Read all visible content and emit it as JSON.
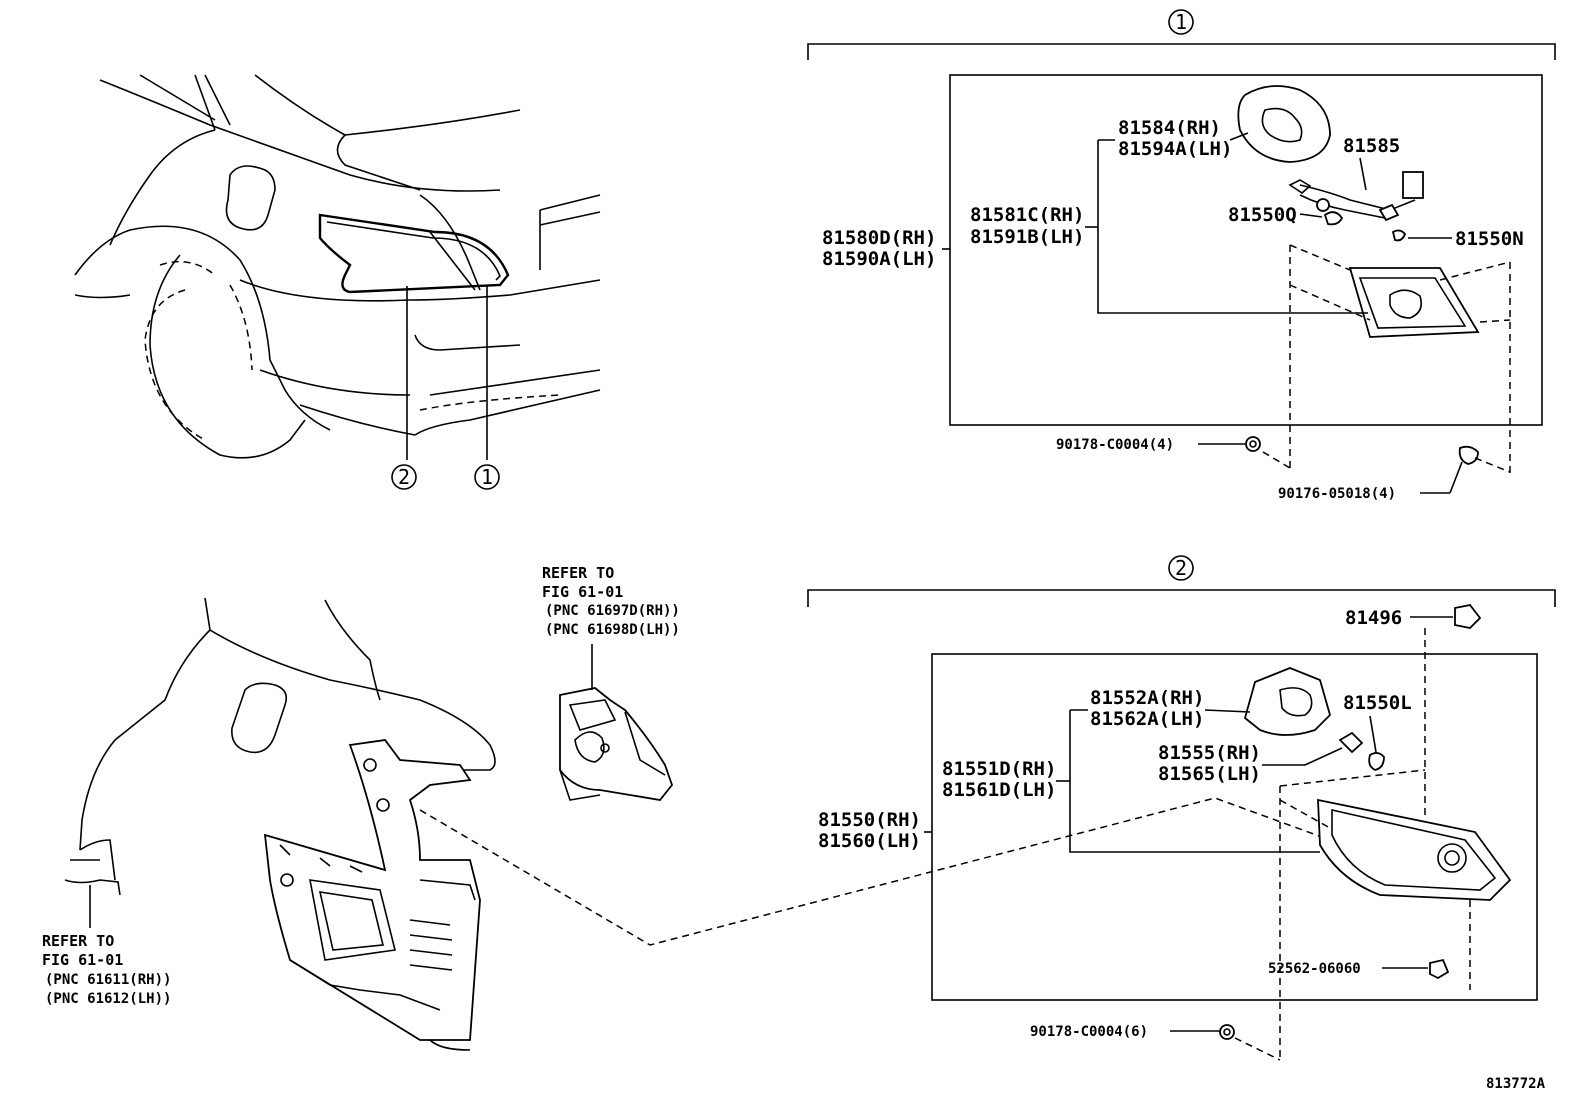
{
  "diagram_id": "813772A",
  "callouts": {
    "one": "1",
    "two": "2"
  },
  "assembly_1": {
    "labels": [
      "81584(RH)",
      "81594A(LH)",
      "81585",
      "81581C(RH)",
      "81591B(LH)",
      "81550Q",
      "81550N",
      "81580D(RH)",
      "81590A(LH)",
      "90178-C0004(4)",
      "90176-05018(4)"
    ]
  },
  "assembly_2": {
    "labels": [
      "81496",
      "81552A(RH)",
      "81562A(LH)",
      "81550L",
      "81555(RH)",
      "81565(LH)",
      "81551D(RH)",
      "81561D(LH)",
      "81550(RH)",
      "81560(LH)",
      "52562-06060",
      "90178-C0004(6)"
    ]
  },
  "refer_upper": {
    "line1": "REFER TO",
    "line2": "FIG 61-01",
    "line3": "(PNC 61697D(RH))",
    "line4": "(PNC 61698D(LH))"
  },
  "refer_lower": {
    "line1": "REFER TO",
    "line2": "FIG 61-01",
    "line3": "(PNC 61611(RH))",
    "line4": "(PNC 61612(LH))"
  }
}
